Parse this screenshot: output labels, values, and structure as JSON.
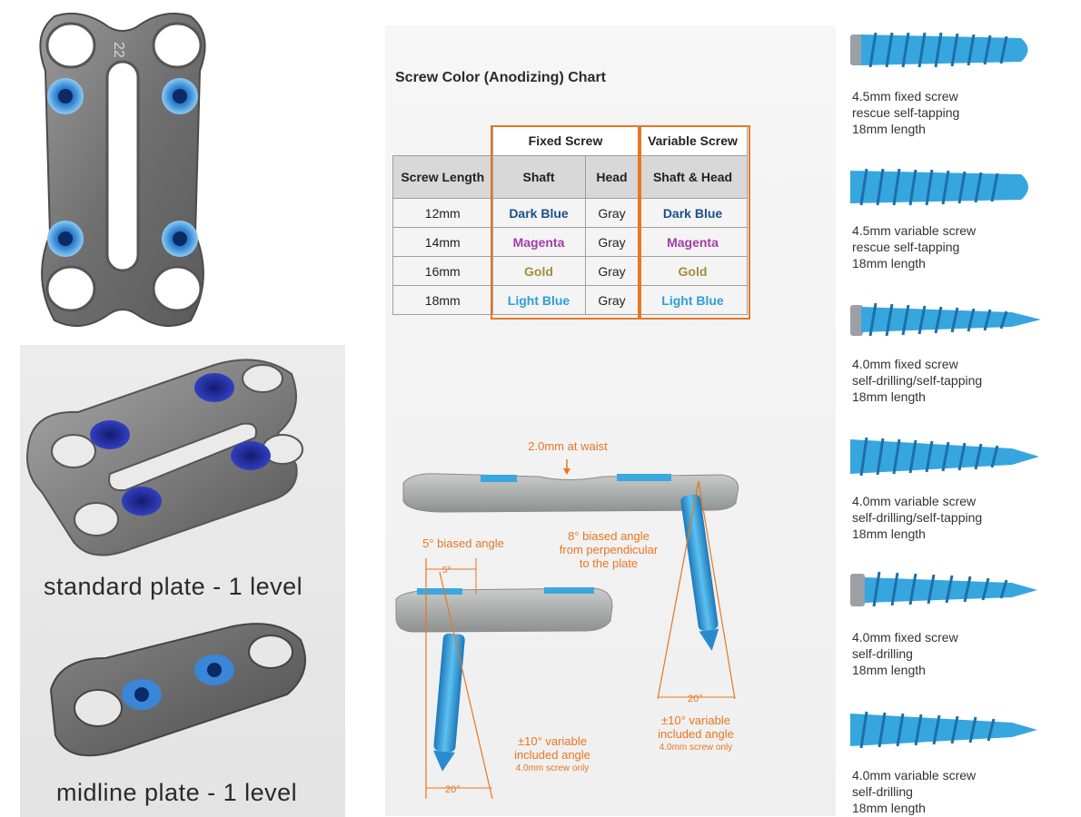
{
  "chart": {
    "title": "Screw Color (Anodizing) Chart",
    "group_headers": {
      "fixed": "Fixed Screw",
      "variable": "Variable Screw"
    },
    "columns": [
      "Screw Length",
      "Shaft",
      "Head",
      "Shaft & Head"
    ],
    "rows": [
      {
        "length": "12mm",
        "shaft": "Dark Blue",
        "head": "Gray",
        "shaft_head": "Dark Blue"
      },
      {
        "length": "14mm",
        "shaft": "Magenta",
        "head": "Gray",
        "shaft_head": "Magenta"
      },
      {
        "length": "16mm",
        "shaft": "Gold",
        "head": "Gray",
        "shaft_head": "Gold"
      },
      {
        "length": "18mm",
        "shaft": "Light Blue",
        "head": "Gray",
        "shaft_head": "Light Blue"
      }
    ]
  },
  "plates": {
    "top_label": "22",
    "standard_caption": "standard plate - 1 level",
    "midline_caption": "midline plate - 1 level"
  },
  "diagram": {
    "waist": "2.0mm at waist",
    "biased5": "5° biased angle",
    "angle5": "5°",
    "biased8_l1": "8° biased angle",
    "biased8_l2": "from perpendicular",
    "biased8_l3": "to the plate",
    "deg20_left": "20°",
    "deg20_right": "20°",
    "variable_left_l1": "±10° variable",
    "variable_left_l2": "included angle",
    "variable_left_note": "4.0mm screw only",
    "variable_right_l1": "±10° variable",
    "variable_right_l2": "included angle",
    "variable_right_note": "4.0mm screw only"
  },
  "screws": [
    {
      "l1": "4.5mm fixed screw",
      "l2": "rescue self-tapping",
      "l3": "18mm length"
    },
    {
      "l1": "4.5mm variable screw",
      "l2": "rescue self-tapping",
      "l3": "18mm length"
    },
    {
      "l1": "4.0mm fixed screw",
      "l2": "self-drilling/self-tapping",
      "l3": "18mm length"
    },
    {
      "l1": "4.0mm variable screw",
      "l2": "self-drilling/self-tapping",
      "l3": "18mm length"
    },
    {
      "l1": "4.0mm fixed screw",
      "l2": "self-drilling",
      "l3": "18mm length"
    },
    {
      "l1": "4.0mm variable screw",
      "l2": "self-drilling",
      "l3": "18mm length"
    }
  ],
  "colors": {
    "orange": "#e87722",
    "screw_blue": "#34a3dc",
    "plate_gray": "#7b7b7b",
    "dark_blue_screw": "#22289a"
  }
}
